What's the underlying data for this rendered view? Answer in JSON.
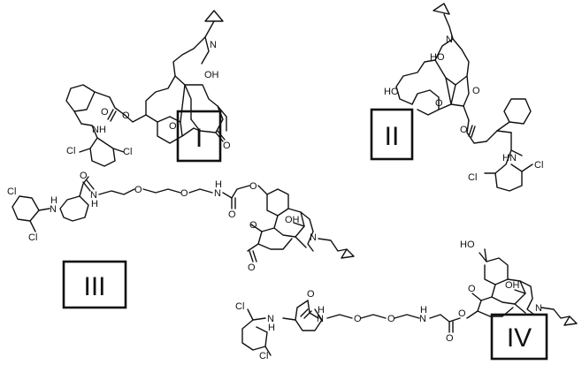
{
  "compounds": [
    {
      "id": "I",
      "atoms": [
        "N",
        "OH",
        "O",
        "O",
        "O",
        "O",
        "NH",
        "Cl",
        "Cl"
      ]
    },
    {
      "id": "II",
      "atoms": [
        "N",
        "HO",
        "HO",
        "O",
        "O",
        "O",
        "HN",
        "Cl",
        "Cl"
      ]
    },
    {
      "id": "III",
      "atoms": [
        "Cl",
        "Cl",
        "N",
        "H",
        "O",
        "N",
        "H",
        "O",
        "O",
        "N",
        "H",
        "O",
        "O",
        "O",
        "O",
        "OH",
        "N"
      ]
    },
    {
      "id": "IV",
      "atoms": [
        "HO",
        "O",
        "OH",
        "N",
        "Cl",
        "Cl",
        "N",
        "H",
        "O",
        "N",
        "H",
        "O",
        "O",
        "N",
        "H",
        "O",
        "O"
      ]
    }
  ]
}
